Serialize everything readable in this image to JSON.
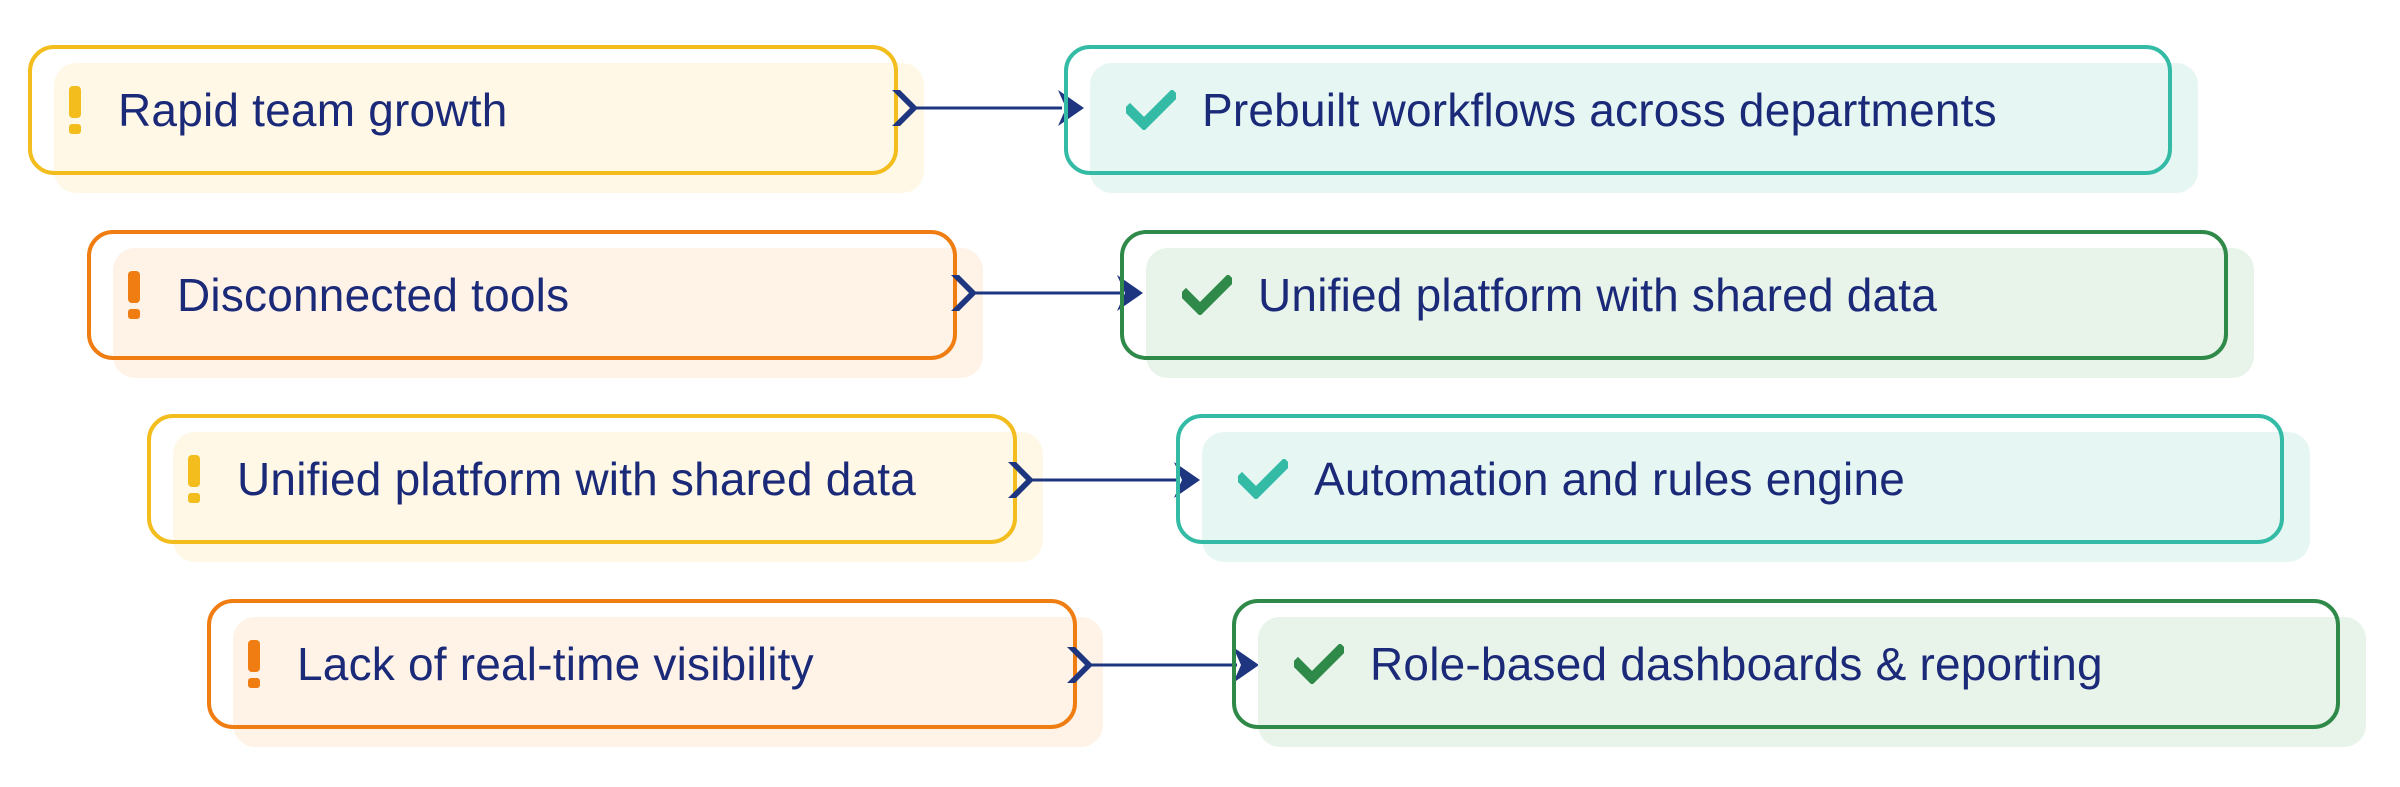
{
  "colors": {
    "yellow": "#f2bd1d",
    "orange": "#ef7d12",
    "teal": "#33bba6",
    "green": "#2f8a49",
    "text": "#1b2a78",
    "arrow": "#1e357f"
  },
  "rows": [
    {
      "problem": {
        "label": "Rapid team growth",
        "icon": "exclamation-icon",
        "color": "yellow"
      },
      "solution": {
        "label": "Prebuilt workflows across departments",
        "icon": "checkmark-icon",
        "color": "teal"
      }
    },
    {
      "problem": {
        "label": "Disconnected tools",
        "icon": "exclamation-icon",
        "color": "orange"
      },
      "solution": {
        "label": "Unified platform with shared data",
        "icon": "checkmark-icon",
        "color": "green"
      }
    },
    {
      "problem": {
        "label": "Unified platform with shared data",
        "icon": "exclamation-icon",
        "color": "yellow"
      },
      "solution": {
        "label": "Automation and rules engine",
        "icon": "checkmark-icon",
        "color": "teal"
      }
    },
    {
      "problem": {
        "label": "Lack of real-time visibility",
        "icon": "exclamation-icon",
        "color": "orange"
      },
      "solution": {
        "label": "Role-based dashboards & reporting",
        "icon": "checkmark-icon",
        "color": "green"
      }
    }
  ]
}
